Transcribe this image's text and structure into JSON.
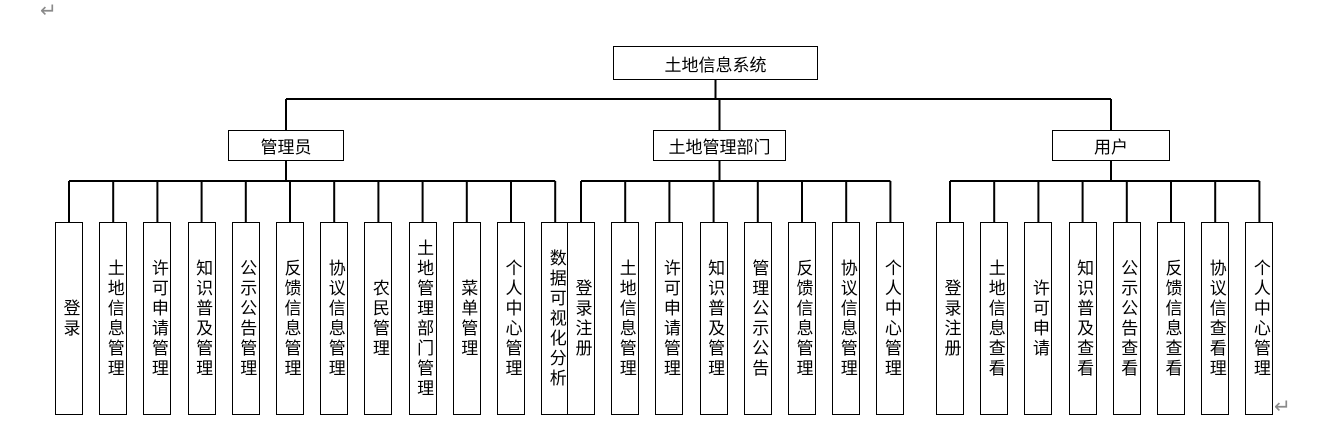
{
  "root": "土地信息系统",
  "groups": [
    {
      "label": "管理员",
      "items": [
        "登录",
        "土地信息管理",
        "许可申请管理",
        "知识普及管理",
        "公示公告管理",
        "反馈信息管理",
        "协议信息管理",
        "农民管理",
        "土地管理部门管理",
        "菜单管理",
        "个人中心管理",
        "数据可视化分析"
      ]
    },
    {
      "label": "土地管理部门",
      "items": [
        "登录注册",
        "土地信息管理",
        "许可申请管理",
        "知识普及管理",
        "管理公示公告",
        "反馈信息管理",
        "协议信息管理",
        "个人中心管理"
      ]
    },
    {
      "label": "用户",
      "items": [
        "登录注册",
        "土地信息查看",
        "许可申请",
        "知识普及查看",
        "公示公告查看",
        "反馈信息查看",
        "协议信查看理",
        "个人中心管理"
      ]
    }
  ],
  "marks": [
    "↵",
    "↵"
  ]
}
